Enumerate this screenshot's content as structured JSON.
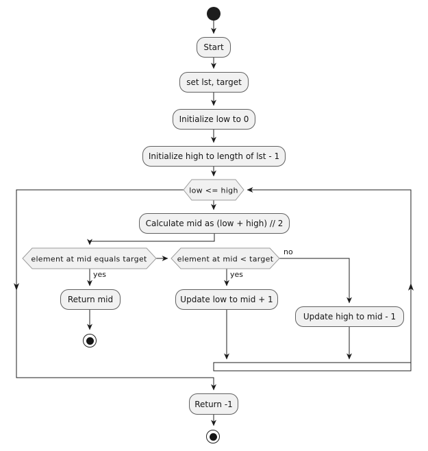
{
  "diagram": {
    "type": "activity-flowchart",
    "title": "binary search activity diagram",
    "colors": {
      "background": "#ffffff",
      "node_fill": "#f1f1f1",
      "node_border": "#5f5f5f",
      "hexagon_border": "#9b9b9b",
      "line": "#1c1c1c",
      "text": "#141414",
      "start_end_fill": "#1d1d1d"
    },
    "nodes": {
      "start_label": "Start",
      "set_inputs": "set lst, target",
      "init_low": "Initialize low to 0",
      "init_high": "Initialize high to length of lst - 1",
      "while_condition": "low <= high",
      "calc_mid": "Calculate mid as (low + high) // 2",
      "cond_equals": "element at mid equals target",
      "cond_less": "element at mid < target",
      "return_mid": "Return mid",
      "update_low": "Update low to mid + 1",
      "update_high": "Update high to mid - 1",
      "return_neg1": "Return -1"
    },
    "edge_labels": {
      "equals_yes": "yes",
      "less_yes": "yes",
      "less_no": "no"
    }
  }
}
